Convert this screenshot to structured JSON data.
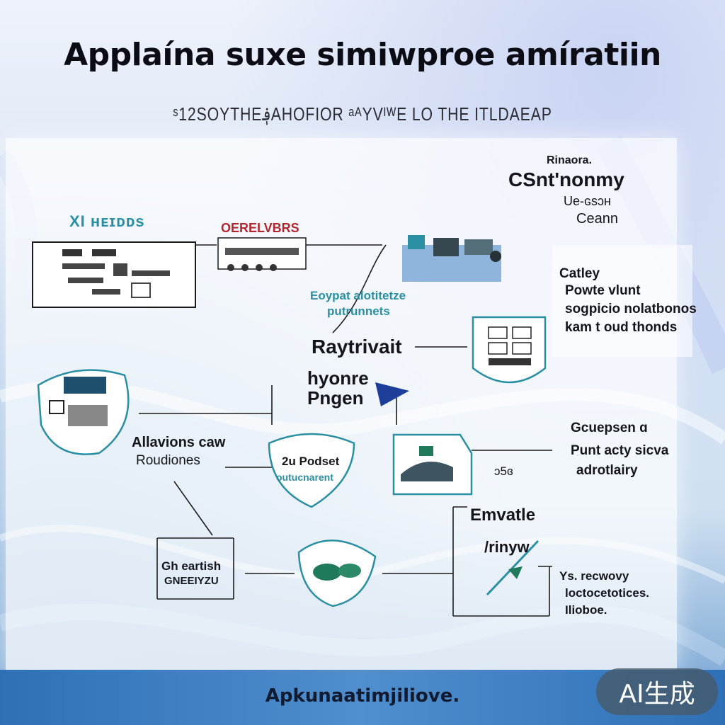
{
  "header": {
    "title": "Applaína suxe simiwproе amíratiin",
    "subtitle": "ˢ12SOYTHE؋AHOFIOR ᵃᴬYVᴵᵂE LO THE ITLDAEAP"
  },
  "diagram": {
    "top_left_label": "XI ʜᴇɪᴅᴅs",
    "overview_label": "OERELVBRS",
    "right_header": {
      "line1": "Rinaora.",
      "line2": "CSnt'nonmy",
      "line3": "Ue-ɢsɔʜ",
      "line4": "Ceann"
    },
    "right_notes": [
      "Catley",
      "Powte vlunt",
      "sogpicio nolatbonos",
      "kam t oud thonds"
    ],
    "center_caption": [
      "Eoypat alotitetze",
      "putrunnets"
    ],
    "rayt_label": "Raytrivait",
    "hyonre_label": [
      "hyonre",
      "Pngen"
    ],
    "left_labels": [
      "Allavions caw",
      "Roudiones"
    ],
    "podset_labels": [
      "2u Podset",
      "outucnarent"
    ],
    "mid_right_notes": [
      "Gcuepsen ɑ",
      "Punt acty sicva",
      "adrotlairy"
    ],
    "small_num": "ɔ5ɞ",
    "gheart_labels": [
      "Gh eartish",
      "GNEEIYZU"
    ],
    "emvatle_labels": [
      "Emvatle",
      "/rinyw"
    ],
    "bottom_right_notes": [
      "Ys. recwovy",
      "loctocetotices.",
      "Ilioboe."
    ]
  },
  "footer": {
    "caption": "Apkunaatimjiliove.",
    "badge": "AI生成"
  },
  "colors": {
    "accent_teal": "#2a8fa3",
    "accent_red": "#b3262e",
    "footer_blue": "#3a7cc0",
    "badge_bg": "#465c6c"
  }
}
